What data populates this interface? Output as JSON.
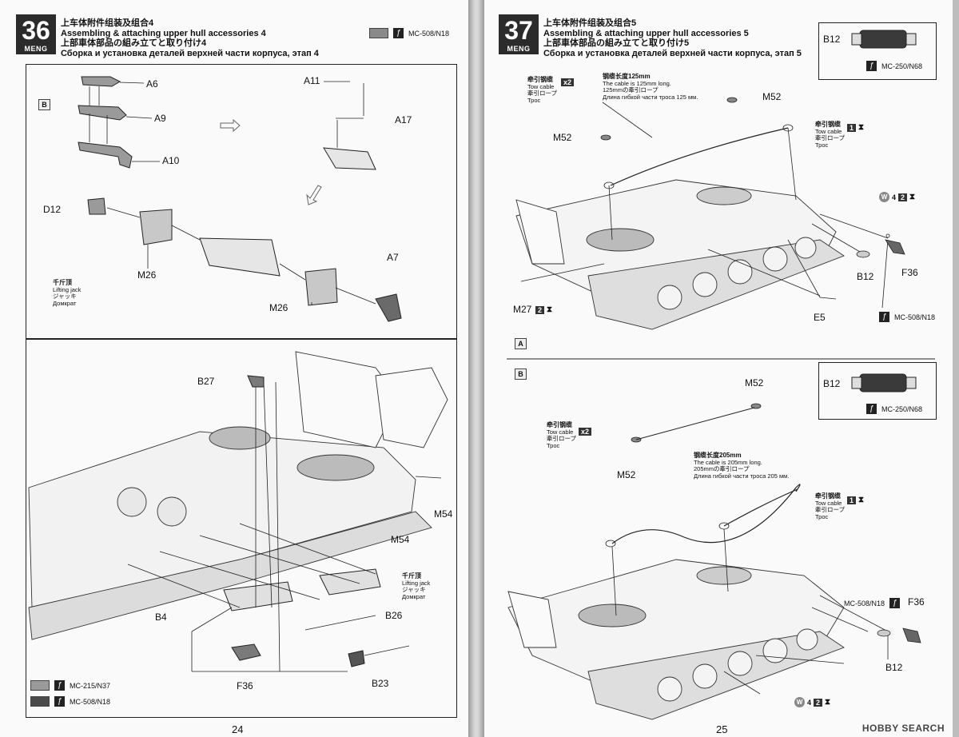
{
  "left_page": {
    "step": {
      "number": "36",
      "brand": "MENG"
    },
    "title": {
      "zh": "上车体附件组装及组合4",
      "en": "Assembling & attaching upper hull accessories 4",
      "ja": "上部車体部品の組み立てと取り付け4",
      "ru": "Сборка и установка деталей верхней части корпуса, этап 4"
    },
    "header_paint": "MC-508/N18",
    "section_label": "B",
    "top_labels": {
      "a6": "A6",
      "a9": "A9",
      "a10": "A10",
      "a11": "A11",
      "a17": "A17",
      "d12": "D12",
      "m26a": "M26",
      "m26b": "M26",
      "a7": "A7"
    },
    "jack_note": {
      "zh": "千斤顶",
      "en": "Lifting jack",
      "ja": "ジャッキ",
      "ru": "Домкрат"
    },
    "bottom_labels": {
      "b27": "B27",
      "m54a": "M54",
      "m54b": "M54",
      "b4": "B4",
      "b26": "B26",
      "f36": "F36",
      "b23": "B23"
    },
    "jack_note2": {
      "zh": "千斤顶",
      "en": "Lifting jack",
      "ja": "ジャッキ",
      "ru": "Домкрат"
    },
    "paint_legend": [
      {
        "code": "MC-215/N37",
        "color": "#9a9a9a"
      },
      {
        "code": "MC-508/N18",
        "color": "#4a4a4a"
      }
    ],
    "page_number": "24"
  },
  "right_page": {
    "step": {
      "number": "37",
      "brand": "MENG"
    },
    "title": {
      "zh": "上车体附件组装及组合5",
      "en": "Assembling & attaching upper hull accessories 5",
      "ja": "上部車体部品の組み立てと取り付け5",
      "ru": "Сборка и установка деталей верхней части корпуса, этап 5"
    },
    "inset_a": {
      "label": "B12",
      "paint": "MC-250/N68"
    },
    "section_a": {
      "label": "A",
      "cable_note": {
        "zh": "牵引钢缆",
        "en": "Tow cable",
        "ja": "牽引ロープ",
        "ru": "Трос",
        "qty": "x2"
      },
      "length_note": {
        "zh": "钢缆长度125mm",
        "en": "The cable is 125mm long.",
        "ja": "125mmの牽引ロープ",
        "ru": "Длина гибкой части троса 125 мм."
      },
      "tow_tag": {
        "zh": "牵引钢缆",
        "en": "Tow cable",
        "ja": "牽引ロープ",
        "ru": "Трос",
        "qty": "1"
      },
      "labels": {
        "m52a": "M52",
        "m52b": "M52",
        "m27": "M27",
        "m27_qty": "2",
        "b12": "B12",
        "f36": "F36",
        "e5": "E5",
        "paint": "MC-508/N18",
        "w_qty": "4",
        "w_qty2": "2",
        "w_badge": "W"
      }
    },
    "inset_b": {
      "label": "B12",
      "paint": "MC-250/N68"
    },
    "section_b": {
      "label": "B",
      "cable_note": {
        "zh": "牵引钢缆",
        "en": "Tow cable",
        "ja": "牽引ロープ",
        "ru": "Трос",
        "qty": "x2"
      },
      "length_note": {
        "zh": "钢缆长度205mm",
        "en": "The cable is 205mm long.",
        "ja": "205mmの牽引ロープ",
        "ru": "Длина гибкой части троса 205 мм."
      },
      "tow_tag": {
        "zh": "牵引钢缆",
        "en": "Tow cable",
        "ja": "牽引ロープ",
        "ru": "Трос",
        "qty": "1"
      },
      "labels": {
        "m52a": "M52",
        "m52b": "M52",
        "b12": "B12",
        "f36": "F36",
        "paint": "MC-508/N18",
        "w_qty": "4",
        "w_qty2": "2",
        "w_badge": "W"
      }
    },
    "ruler": {
      "r205": "205mm",
      "r125": "125mm",
      "rmm": "mm"
    },
    "page_number": "25",
    "watermark": "HOBBY SEARCH"
  }
}
